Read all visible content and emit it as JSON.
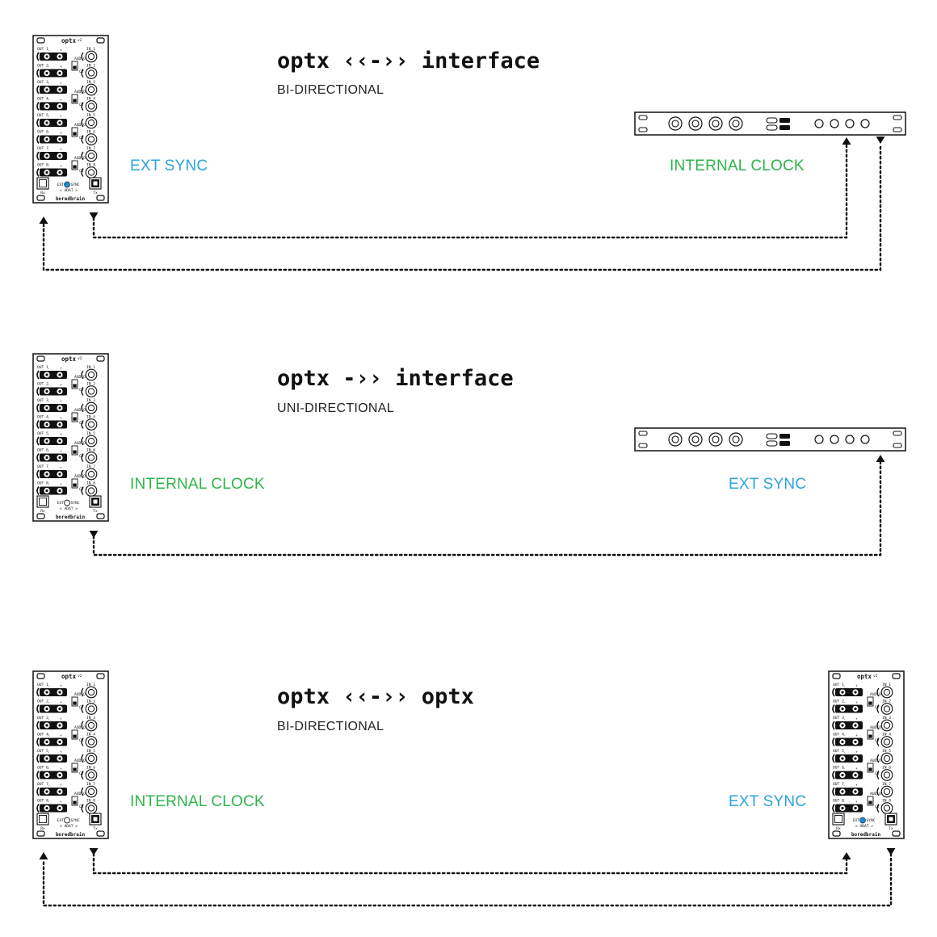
{
  "colors": {
    "ext_sync": "#2EA3DC",
    "internal_clock": "#2DB54A",
    "ink": "#111111",
    "led_on": "#1E88D0"
  },
  "module": {
    "name": "optx",
    "version_mark": "v2",
    "brand": "boredbrain",
    "out_labels": [
      "OUT 1",
      "OUT 2",
      "OUT 3",
      "OUT 4",
      "OUT 5",
      "OUT 6",
      "OUT 7",
      "OUT 8"
    ],
    "in_labels": [
      "IN 1",
      "IN 2",
      "IN 3",
      "IN 4",
      "IN 5",
      "IN 6",
      "IN 7",
      "IN 8"
    ],
    "switch_top": "AUDIO",
    "switch_bottom": "CV",
    "rx_label": "Rx",
    "tx_label": "Tx",
    "sync_left": "EXT",
    "sync_right": "SYNC",
    "port_label": "< ADAT >"
  },
  "sections": [
    {
      "title": "optx ‹‹-›› interface",
      "subtitle": "BI-DIRECTIONAL",
      "left_label": "EXT SYNC",
      "left_label_color": "ext_sync",
      "right_label": "INTERNAL CLOCK",
      "right_label_color": "internal_clock",
      "left_sync_led": "on",
      "right_device": "rack-interface"
    },
    {
      "title": "optx -›› interface",
      "subtitle": "UNI-DIRECTIONAL",
      "left_label": "INTERNAL CLOCK",
      "left_label_color": "internal_clock",
      "right_label": "EXT SYNC",
      "right_label_color": "ext_sync",
      "left_sync_led": "off",
      "right_device": "rack-interface"
    },
    {
      "title": "optx ‹‹-›› optx",
      "subtitle": "BI-DIRECTIONAL",
      "left_label": "INTERNAL CLOCK",
      "left_label_color": "internal_clock",
      "right_label": "EXT SYNC",
      "right_label_color": "ext_sync",
      "left_sync_led": "off",
      "right_sync_led": "on",
      "right_device": "optx-module"
    }
  ]
}
